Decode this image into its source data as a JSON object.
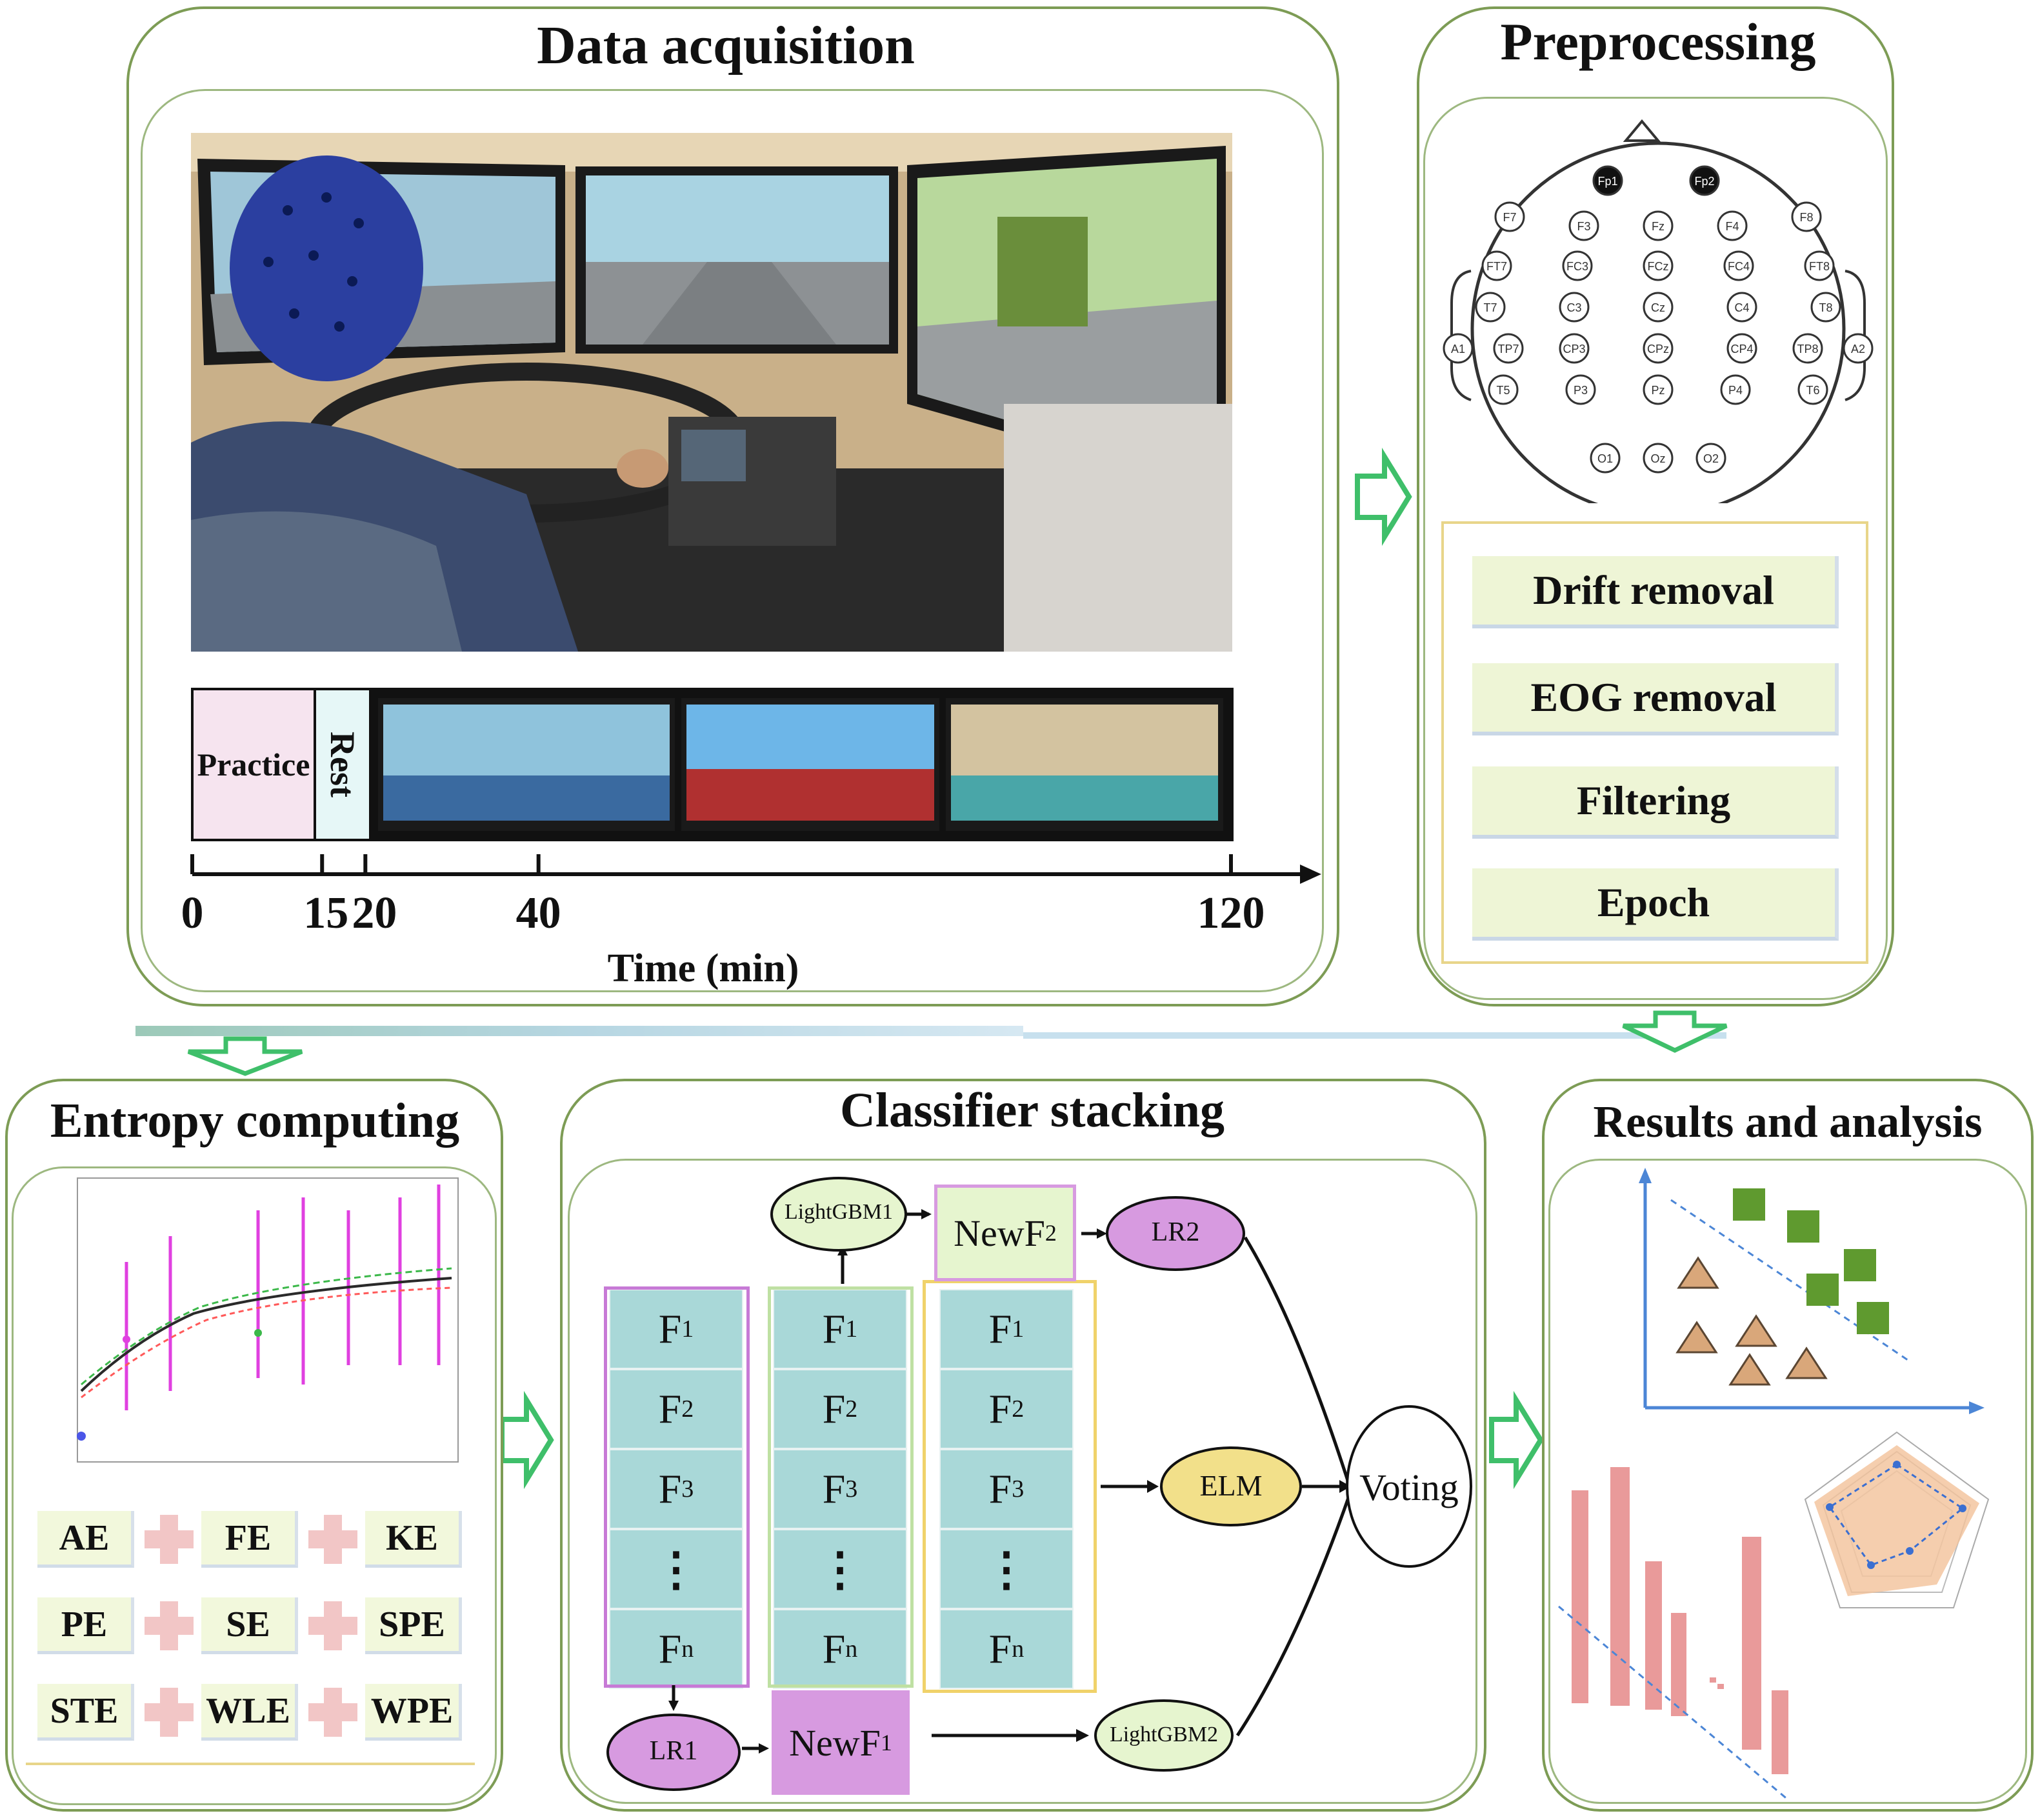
{
  "colors": {
    "panel_border": "#7d9c55",
    "arrow_green": "#3fbf6a",
    "feature_teal": "#a9d8d8",
    "purple": "#d79ae0",
    "yellow": "#f2e08a",
    "light_green": "#e6f5cf",
    "bar_pink": "#e99a9a",
    "square_green": "#5f9a2f",
    "triangle_tan": "#d9a77a",
    "axis_blue": "#4c86d6"
  },
  "panels": {
    "data_acquisition": {
      "title": "Data acquisition"
    },
    "preprocessing": {
      "title": "Preprocessing"
    },
    "entropy": {
      "title": "Entropy computing"
    },
    "stacking": {
      "title": "Classifier stacking"
    },
    "results": {
      "title": "Results and analysis"
    }
  },
  "acquisition": {
    "timeline": {
      "phases": [
        {
          "label": "Practice"
        },
        {
          "label": "Rest"
        }
      ],
      "ticks": [
        {
          "label": "0",
          "value": 0
        },
        {
          "label": "15",
          "value": 15
        },
        {
          "label": "20",
          "value": 20
        },
        {
          "label": "40",
          "value": 40
        },
        {
          "label": "120",
          "value": 120
        }
      ],
      "axis_label": "Time (min)"
    }
  },
  "electrodes": {
    "frontal_polar": [
      "Fp1",
      "Fp2"
    ],
    "rows": [
      [
        "F7",
        "F3",
        "Fz",
        "F4",
        "F8"
      ],
      [
        "FT7",
        "FC3",
        "FCz",
        "FC4",
        "FT8"
      ],
      [
        "T7",
        "C3",
        "Cz",
        "C4",
        "T8"
      ],
      [
        "A1",
        "TP7",
        "CP3",
        "CPz",
        "CP4",
        "TP8",
        "A2"
      ],
      [
        "T5",
        "P3",
        "Pz",
        "P4",
        "T6"
      ],
      [
        "O1",
        "Oz",
        "O2"
      ]
    ]
  },
  "preprocessing_steps": [
    "Drift removal",
    "EOG removal",
    "Filtering",
    "Epoch"
  ],
  "entropy_measures": [
    [
      "AE",
      "FE",
      "KE"
    ],
    [
      "PE",
      "SE",
      "SPE"
    ],
    [
      "STE",
      "WLE",
      "WPE"
    ]
  ],
  "stacking": {
    "feature_rows": [
      {
        "base": "F",
        "sub": "1"
      },
      {
        "base": "F",
        "sub": "2"
      },
      {
        "base": "F",
        "sub": "3"
      },
      {
        "base": "⋮",
        "sub": ""
      },
      {
        "base": "F",
        "sub": "n"
      }
    ],
    "nodes": {
      "lightgbm1": "LightGBM1",
      "lightgbm2": "LightGBM2",
      "lr1": "LR1",
      "lr2": "LR2",
      "elm": "ELM",
      "voting": "Voting"
    },
    "new_f1": {
      "base": "NewF",
      "sub": "1"
    },
    "new_f2": {
      "base": "NewF",
      "sub": "2"
    }
  }
}
